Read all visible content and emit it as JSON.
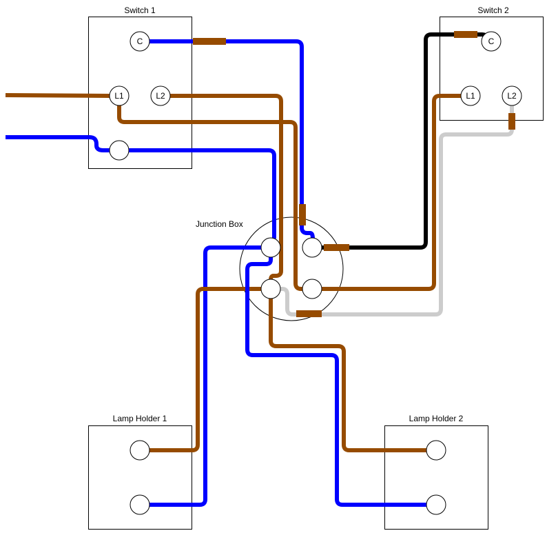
{
  "title": "Two-way switch wiring diagram with two lamp holders",
  "colors": {
    "live_brown": "#964B00",
    "neutral_blue": "#0000FF",
    "black": "#000000",
    "grey": "#CCCCCC",
    "outline": "#000000",
    "background": "#FFFFFF"
  },
  "components": {
    "switch1": {
      "label": "Switch 1",
      "terminals": {
        "c": "C",
        "l1": "L1",
        "l2": "L2",
        "neutral": ""
      }
    },
    "switch2": {
      "label": "Switch 2",
      "terminals": {
        "c": "C",
        "l1": "L1",
        "l2": "L2"
      }
    },
    "junction_box": {
      "label": "Junction Box",
      "terminals": {
        "top_left": "",
        "top_right": "",
        "bottom_left": "",
        "bottom_right": ""
      }
    },
    "lamp_holder1": {
      "label": "Lamp Holder 1",
      "terminals": {
        "live": "",
        "neutral": ""
      }
    },
    "lamp_holder2": {
      "label": "Lamp Holder 2",
      "terminals": {
        "live": "",
        "neutral": ""
      }
    }
  },
  "wires": [
    {
      "id": "supply-live",
      "color": "brown",
      "from": "supply",
      "to": "switch1.L1"
    },
    {
      "id": "supply-neutral",
      "color": "blue",
      "from": "supply",
      "to": "switch1.neutral"
    },
    {
      "id": "s1-c-to-jb",
      "color": "blue",
      "sleeve": "brown",
      "from": "switch1.C",
      "to": "junction_box.top_right"
    },
    {
      "id": "s1-l2-to-jb",
      "color": "brown",
      "from": "switch1.L2",
      "to": "junction_box.bottom_left"
    },
    {
      "id": "s1-l1-to-jb",
      "color": "brown",
      "from": "switch1.L1",
      "to": "junction_box.bottom_right"
    },
    {
      "id": "s1-n-to-jb",
      "color": "blue",
      "from": "switch1.neutral",
      "to": "junction_box.top_left"
    },
    {
      "id": "jb-to-s2-c",
      "color": "black",
      "sleeve": "brown",
      "from": "junction_box.top_right",
      "to": "switch2.C"
    },
    {
      "id": "jb-to-s2-l1",
      "color": "brown",
      "from": "junction_box.bottom_right",
      "to": "switch2.L1"
    },
    {
      "id": "jb-to-s2-l2",
      "color": "grey",
      "sleeve": "brown",
      "from": "junction_box.bottom_left",
      "to": "switch2.L2"
    },
    {
      "id": "jb-to-lamp1-live",
      "color": "brown",
      "from": "junction_box.bottom_left",
      "to": "lamp_holder1.live"
    },
    {
      "id": "jb-to-lamp1-neutral",
      "color": "blue",
      "from": "junction_box.top_left",
      "to": "lamp_holder1.neutral"
    },
    {
      "id": "jb-to-lamp2-live",
      "color": "brown",
      "from": "junction_box.bottom_left",
      "to": "lamp_holder2.live"
    },
    {
      "id": "jb-to-lamp2-neutral",
      "color": "blue",
      "from": "junction_box.top_left",
      "to": "lamp_holder2.neutral"
    }
  ]
}
